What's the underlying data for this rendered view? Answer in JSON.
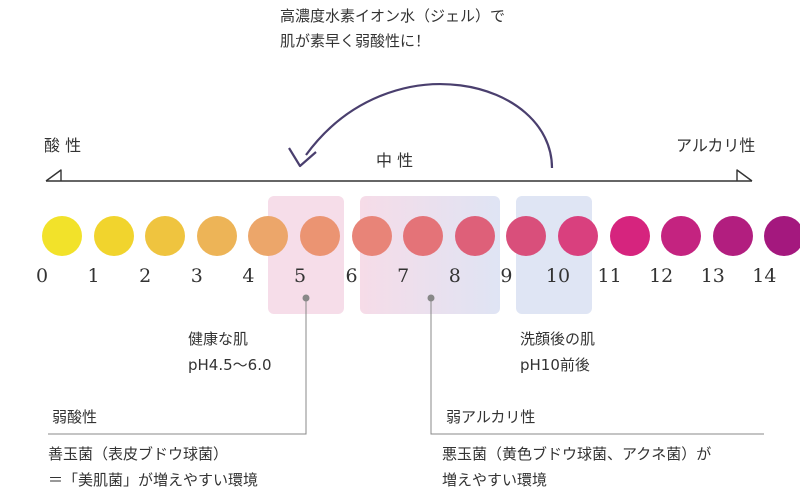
{
  "headline": {
    "line1": "高濃度水素イオン水（ジェル）で",
    "line2": "肌が素早く弱酸性に！"
  },
  "axis": {
    "left_label": "酸 性",
    "center_label": "中 性",
    "right_label": "アルカリ性"
  },
  "scale": {
    "numbers": [
      "0",
      "1",
      "2",
      "3",
      "4",
      "5",
      "6",
      "7",
      "8",
      "9",
      "10",
      "11",
      "12",
      "13",
      "14"
    ],
    "colors": [
      "#f2e22a",
      "#f1d42d",
      "#efc43f",
      "#edb457",
      "#eca66a",
      "#eb9472",
      "#e88478",
      "#e47378",
      "#de6079",
      "#d94f7b",
      "#d9407e",
      "#d6247e",
      "#c42380",
      "#b21e7f",
      "#a4187e"
    ]
  },
  "healthy_skin": {
    "label": "健康な肌",
    "ph": "pH4.5〜6.0"
  },
  "after_wash": {
    "label": "洗顔後の肌",
    "ph": "pH10前後"
  },
  "weak_acid": {
    "title": "弱酸性",
    "line1": "善玉菌（表皮ブドウ球菌）",
    "line2": "＝「美肌菌」が増えやすい環境"
  },
  "weak_alkaline": {
    "title": "弱アルカリ性",
    "line1": "悪玉菌（黄色ブドウ球菌、アクネ菌）が",
    "line2": "増えやすい環境"
  },
  "colors": {
    "arrow": "#4a3f6e",
    "axis": "#333333",
    "pink_band": "#f6dce8",
    "blue_band": "#dfe4f3",
    "leader": "#888888"
  }
}
